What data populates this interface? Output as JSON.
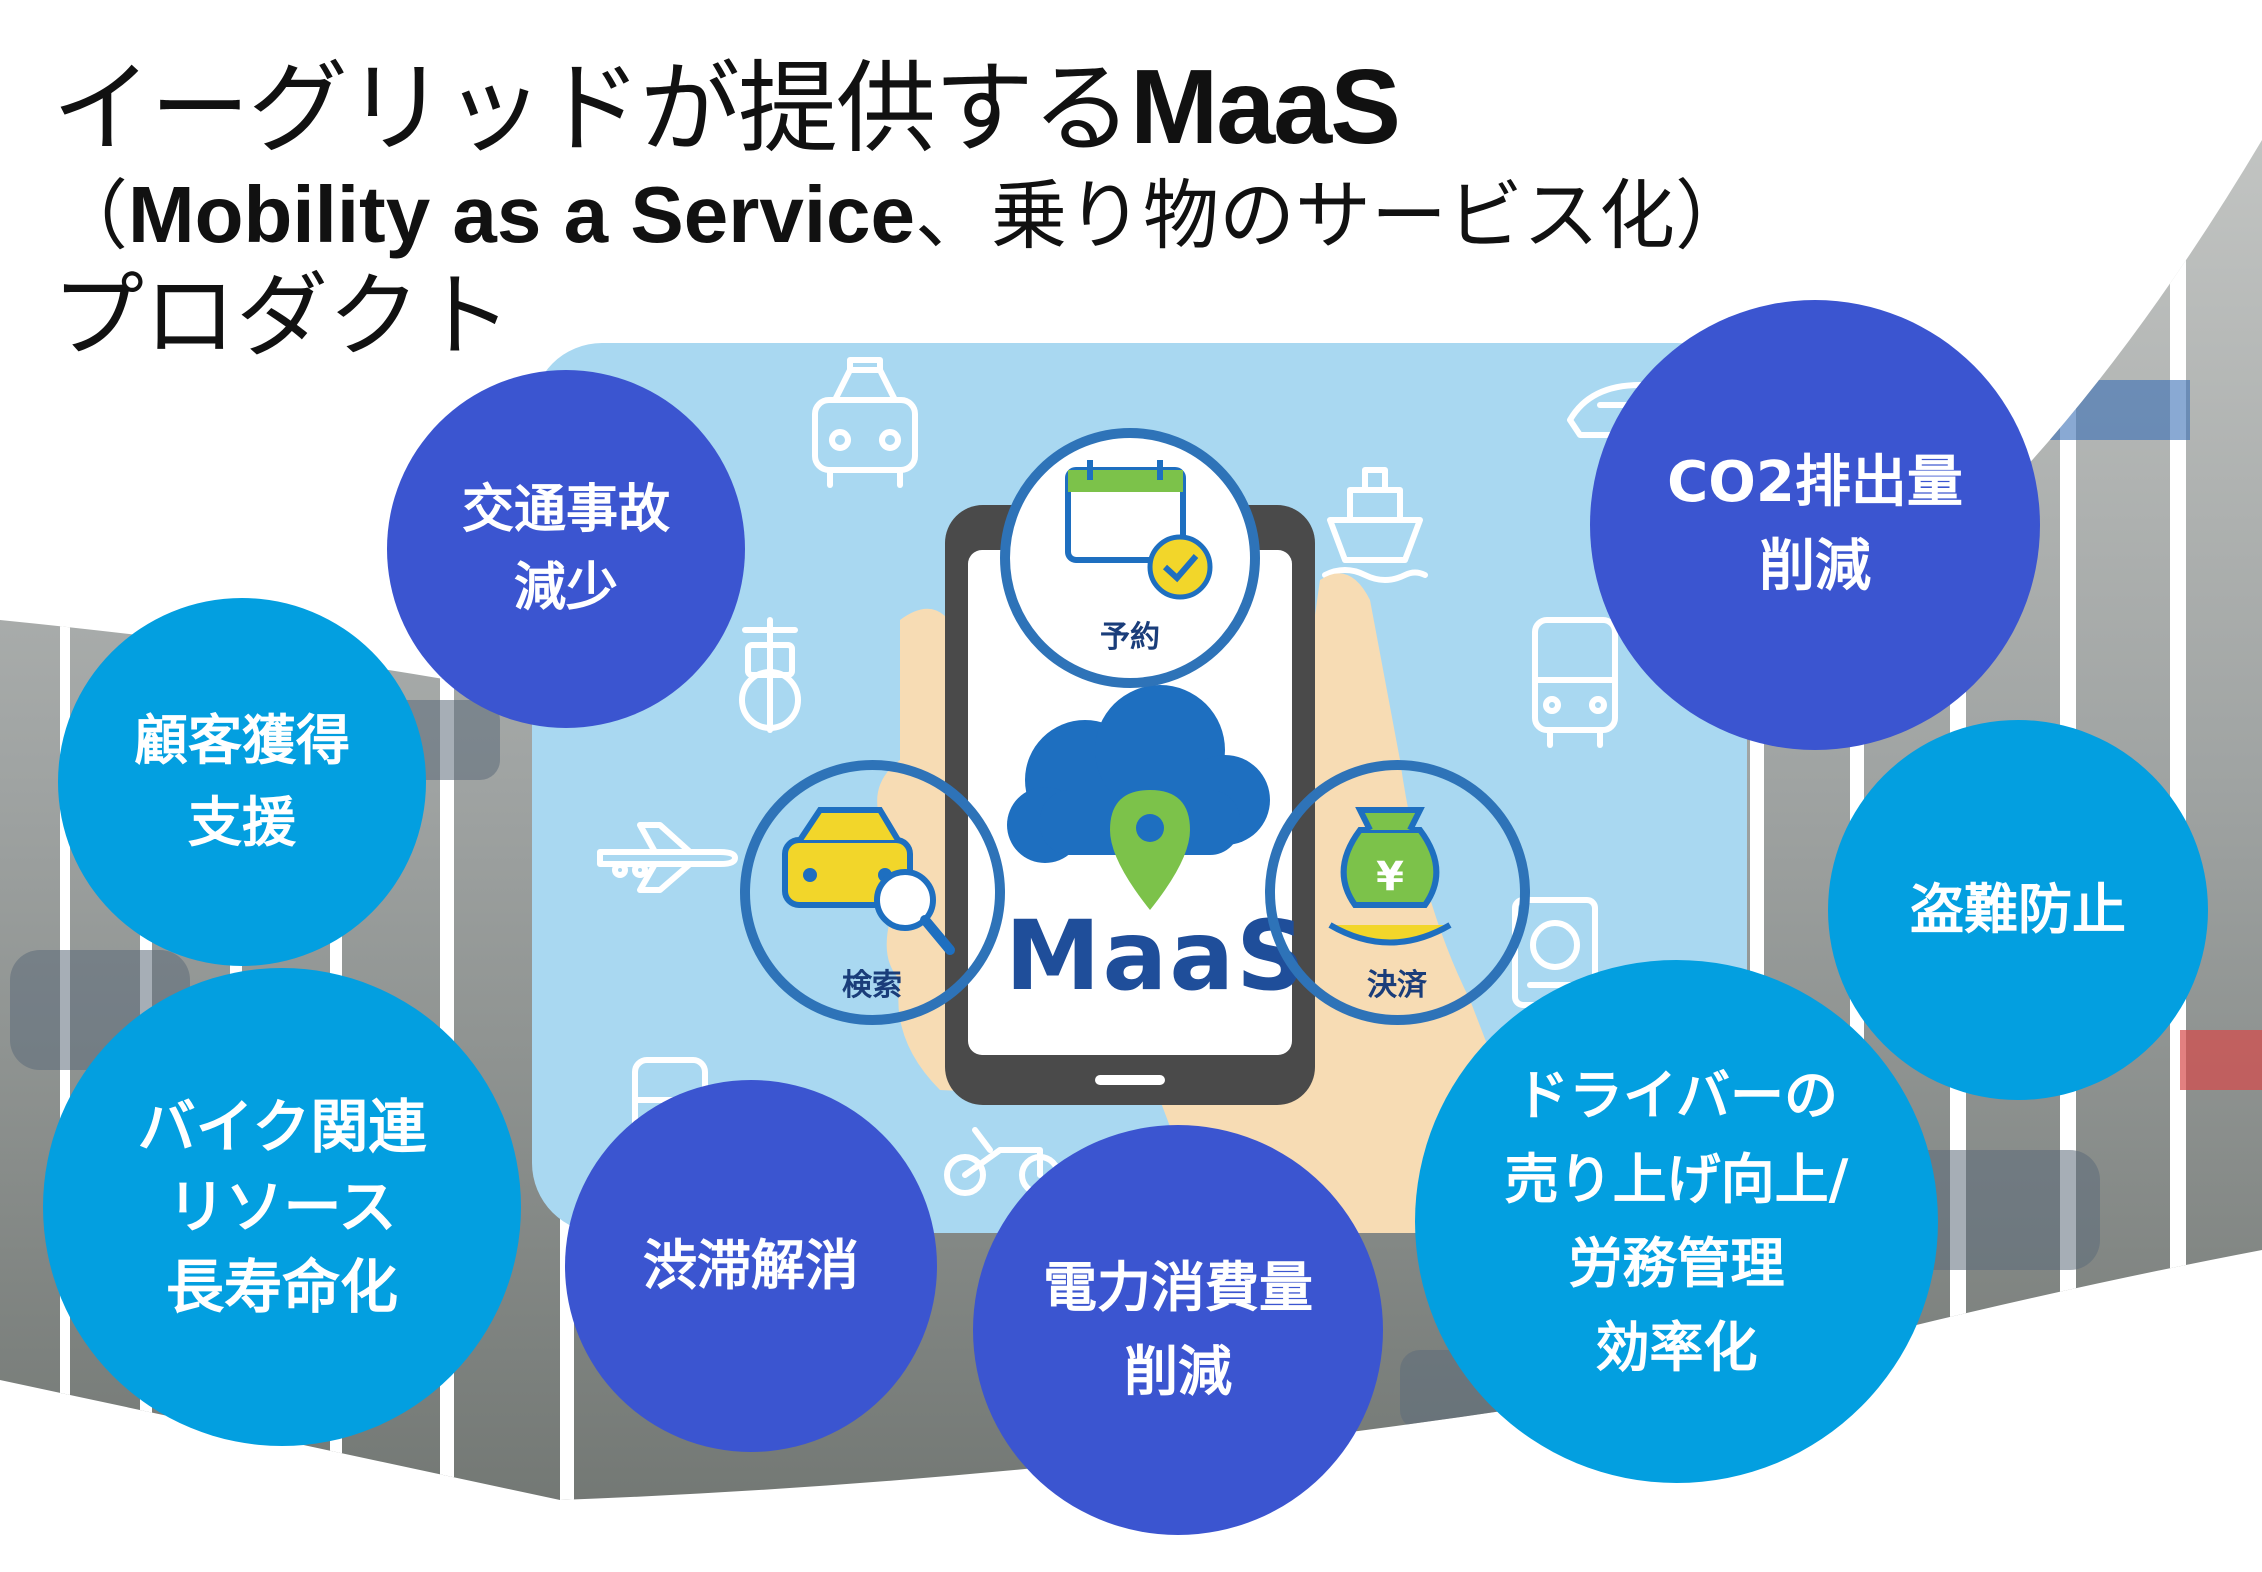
{
  "title": {
    "line1_prefix": "イーグリッドが提供する",
    "line1_bold": "MaaS",
    "line2_open": "（",
    "line2_bold": "Mobility as a Service",
    "line2_rest": "、乗り物のサービス化）",
    "line3": "プロダクト"
  },
  "phone": {
    "center_text": "MaaS",
    "features": [
      {
        "label": "予約",
        "icon": "calendar-check-icon"
      },
      {
        "label": "検索",
        "icon": "car-search-icon"
      },
      {
        "label": "決済",
        "icon": "yen-money-bag-icon"
      }
    ],
    "background_icons": [
      "taxi-icon",
      "shinkansen-icon",
      "ship-icon",
      "bicycle-icon",
      "bus-icon",
      "airplane-icon",
      "passport-icon",
      "train-icon",
      "scooter-icon"
    ]
  },
  "benefits": [
    {
      "text": "交通事故\n減少",
      "style": "dark"
    },
    {
      "text": "顧客獲得\n支援",
      "style": "light"
    },
    {
      "text": "バイク関連\nリソース\n長寿命化",
      "style": "light"
    },
    {
      "text": "渋滞解消",
      "style": "dark"
    },
    {
      "text": "電力消費量\n削減",
      "style": "dark"
    },
    {
      "text": "ドライバーの\n売り上げ向上/\n労務管理\n効率化",
      "style": "light"
    },
    {
      "text": "盗難防止",
      "style": "light"
    },
    {
      "text": "CO2排出量\n削減",
      "style": "dark"
    }
  ],
  "colors": {
    "dark_circle": "#3b55d0",
    "light_circle": "#039fe0",
    "panel": "#a9d8f1",
    "maas_blue": "#1f4e9a"
  }
}
